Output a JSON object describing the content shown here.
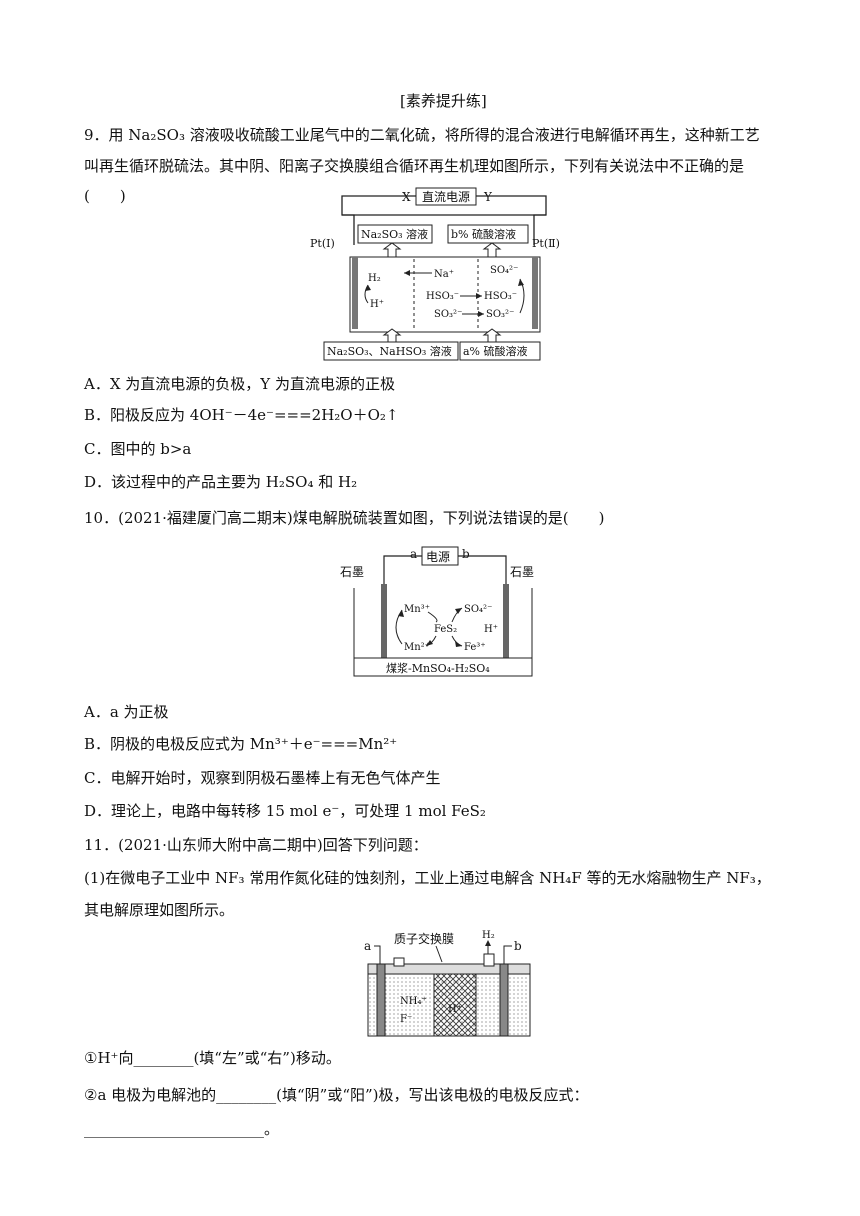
{
  "section_title": "[素养提升练]",
  "q9": {
    "stem_line1": "9．用 Na₂SO₃ 溶液吸收硫酸工业尾气中的二氧化硫，将所得的混合液进行电解循环再生，这种新工艺",
    "stem_line2": "叫再生循环脱硫法。其中阴、阳离子交换膜组合循环再生机理如图所示，下列有关说法中不正确的是(　　)",
    "figure": {
      "x_label": "X",
      "y_label": "Y",
      "power": "直流电源",
      "top_left_box": "Na₂SO₃ 溶液",
      "top_right_box": "b% 硫酸溶液",
      "left_electrode": "Pt(Ⅰ)",
      "right_electrode": "Pt(Ⅱ)",
      "h2": "H₂",
      "h_plus": "H⁺",
      "na_plus": "Na⁺",
      "so4": "SO₄²⁻",
      "hso3_left": "HSO₃⁻",
      "hso3_right": "HSO₃⁻",
      "so3_left": "SO₃²⁻",
      "so3_right": "SO₃²⁻",
      "bottom_left_box": "Na₂SO₃、NaHSO₃ 溶液",
      "bottom_right_box": "a% 硫酸溶液"
    },
    "options": [
      "A．X 为直流电源的负极，Y 为直流电源的正极",
      "B．阳极反应为 4OH⁻－4e⁻===2H₂O＋O₂↑",
      "C．图中的 b>a",
      "D．该过程中的产品主要为 H₂SO₄ 和 H₂"
    ]
  },
  "q10": {
    "stem": "10．(2021·福建厦门高二期末)煤电解脱硫装置如图，下列说法错误的是(　　)",
    "figure": {
      "a": "a",
      "b": "b",
      "power": "电源",
      "left_electrode": "石墨",
      "right_electrode": "石墨",
      "mn3": "Mn³⁺",
      "so4": "SO₄²⁻",
      "fes2": "FeS₂",
      "h_plus": "H⁺",
      "mn2": "Mn²⁺",
      "fe3": "Fe³⁺",
      "caption": "煤浆-MnSO₄-H₂SO₄"
    },
    "options": [
      "A．a 为正极",
      "B．阴极的电极反应式为 Mn³⁺＋e⁻===Mn²⁺",
      "C．电解开始时，观察到阴极石墨棒上有无色气体产生",
      "D．理论上，电路中每转移 15 mol e⁻，可处理 1 mol FeS₂"
    ]
  },
  "q11": {
    "stem": "11．(2021·山东师大附中高二期中)回答下列问题：",
    "part1_line1": "(1)在微电子工业中 NF₃ 常用作氮化硅的蚀刻剂，工业上通过电解含 NH₄F 等的无水熔融物生产 NF₃，",
    "part1_line2": "其电解原理如图所示。",
    "figure": {
      "a": "a",
      "b": "b",
      "membrane": "质子交换膜",
      "h2": "H₂",
      "nh4": "NH₄⁺",
      "f_minus": "F⁻",
      "h_plus": "H⁺"
    },
    "sub1": "①H⁺向________(填“左”或“右”)移动。",
    "sub2_line1": "②a 电极为电解池的________(填“阴”或“阳”)极，写出该电极的电极反应式：",
    "sub2_line2": "________________________。"
  }
}
